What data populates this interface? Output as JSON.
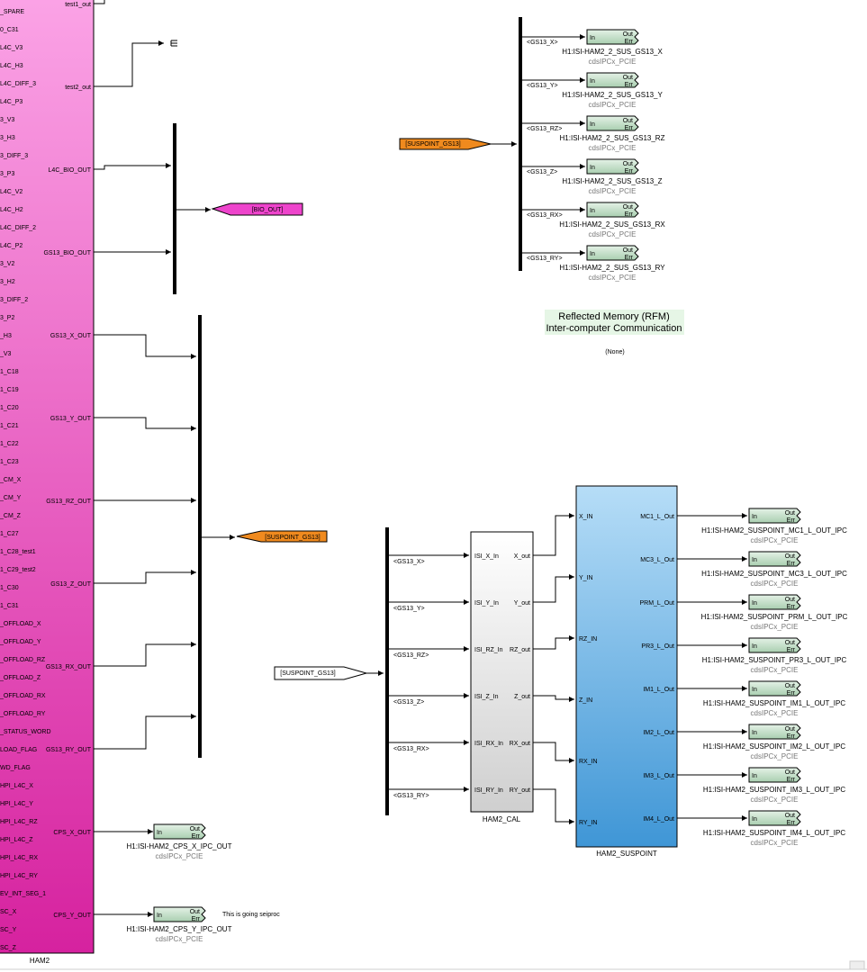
{
  "ham2": {
    "name": "HAM2",
    "left_ports": [
      "_SPARE",
      "0_C31",
      "L4C_V3",
      "L4C_H3",
      "L4C_DIFF_3",
      "L4C_P3",
      "3_V3",
      "3_H3",
      "3_DIFF_3",
      "3_P3",
      "L4C_V2",
      "L4C_H2",
      "L4C_DIFF_2",
      "L4C_P2",
      "3_V2",
      "3_H2",
      "3_DIFF_2",
      "3_P2",
      "_H3",
      "_V3",
      "1_C18",
      "1_C19",
      "1_C20",
      "1_C21",
      "1_C22",
      "1_C23",
      "_CM_X",
      "_CM_Y",
      "_CM_Z",
      "1_C27",
      "1_C28_test1",
      "1_C29_test2",
      "1_C30",
      "1_C31",
      "_OFFLOAD_X",
      "_OFFLOAD_Y",
      "_OFFLOAD_RZ",
      "_OFFLOAD_Z",
      "_OFFLOAD_RX",
      "_OFFLOAD_RY",
      "_STATUS_WORD",
      "LOAD_FLAG",
      "WD_FLAG",
      "HPI_L4C_X",
      "HPI_L4C_Y",
      "HPI_L4C_RZ",
      "HPI_L4C_Z",
      "HPI_L4C_RX",
      "HPI_L4C_RY",
      "EV_INT_SEG_1",
      "SC_X",
      "SC_Y",
      "SC_Z"
    ],
    "right_ports": {
      "test1_out": "test1_out",
      "test2_out": "test2_out",
      "l4c_bio_out": "L4C_BIO_OUT",
      "gs13_bio_out": "GS13_BIO_OUT",
      "gs13_x_out": "GS13_X_OUT",
      "gs13_y_out": "GS13_Y_OUT",
      "gs13_rz_out": "GS13_RZ_OUT",
      "gs13_z_out": "GS13_Z_OUT",
      "gs13_rx_out": "GS13_RX_OUT",
      "gs13_ry_out": "GS13_RY_OUT",
      "cps_x_out": "CPS_X_OUT",
      "cps_y_out": "CPS_Y_OUT"
    }
  },
  "goto_tags": {
    "bio_out": "[BIO_OUT]",
    "suspoint_gs13": "[SUSPOINT_GS13]"
  },
  "from_tags": {
    "suspoint_gs13_top": "[SUSPOINT_GS13]",
    "suspoint_gs13_bottom": "[SUSPOINT_GS13]"
  },
  "bus_signals": [
    "<GS13_X>",
    "<GS13_Y>",
    "<GS13_RZ>",
    "<GS13_Z>",
    "<GS13_RX>",
    "<GS13_RY>"
  ],
  "ipc_block": {
    "in": "In",
    "out": "Out",
    "err": "Err",
    "subtitle": "cdsIPCx_PCIE"
  },
  "gs13_ipc_names": [
    "H1:ISI-HAM2_2_SUS_GS13_X",
    "H1:ISI-HAM2_2_SUS_GS13_Y",
    "H1:ISI-HAM2_2_SUS_GS13_RZ",
    "H1:ISI-HAM2_2_SUS_GS13_Z",
    "H1:ISI-HAM2_2_SUS_GS13_RX",
    "H1:ISI-HAM2_2_SUS_GS13_RY"
  ],
  "cps_ipc_names": [
    "H1:ISI-HAM2_CPS_X_IPC_OUT",
    "H1:ISI-HAM2_CPS_Y_IPC_OUT"
  ],
  "note_seiproc": "This is going seiproc",
  "rfm_box": {
    "line1": "Reflected Memory (RFM)",
    "line2": "Inter-computer Communication",
    "none": "(None)"
  },
  "ham2_cal": {
    "name": "HAM2_CAL",
    "inputs": [
      "ISI_X_In",
      "ISI_Y_In",
      "ISI_RZ_In",
      "ISI_Z_In",
      "ISI_RX_In",
      "ISI_RY_In"
    ],
    "outputs": [
      "X_out",
      "Y_out",
      "RZ_out",
      "Z_out",
      "RX_out",
      "RY_out"
    ]
  },
  "ham2_suspoint": {
    "name": "HAM2_SUSPOINT",
    "inputs": [
      "X_IN",
      "Y_IN",
      "RZ_IN",
      "Z_IN",
      "RX_IN",
      "RY_IN"
    ],
    "outputs": [
      "MC1_L_Out",
      "MC3_L_Out",
      "PRM_L_Out",
      "PR3_L_Out",
      "IM1_L_Out",
      "IM2_L_Out",
      "IM3_L_Out",
      "IM4_L_Out"
    ]
  },
  "suspoint_ipc_names": [
    "H1:ISI-HAM2_SUSPOINT_MC1_L_OUT_IPC",
    "H1:ISI-HAM2_SUSPOINT_MC3_L_OUT_IPC",
    "H1:ISI-HAM2_SUSPOINT_PRM_L_OUT_IPC",
    "H1:ISI-HAM2_SUSPOINT_PR3_L_OUT_IPC",
    "H1:ISI-HAM2_SUSPOINT_IM1_L_OUT_IPC",
    "H1:ISI-HAM2_SUSPOINT_IM2_L_OUT_IPC",
    "H1:ISI-HAM2_SUSPOINT_IM3_L_OUT_IPC",
    "H1:ISI-HAM2_SUSPOINT_IM4_L_OUT_IPC"
  ],
  "colors": {
    "ham2_fill": "#f06fcf",
    "goto_bio": "#ee44cc",
    "goto_susp": "#f08a1e",
    "suspoint_fill": "#5aaee3",
    "ipc_fill": "#cde3d0"
  }
}
